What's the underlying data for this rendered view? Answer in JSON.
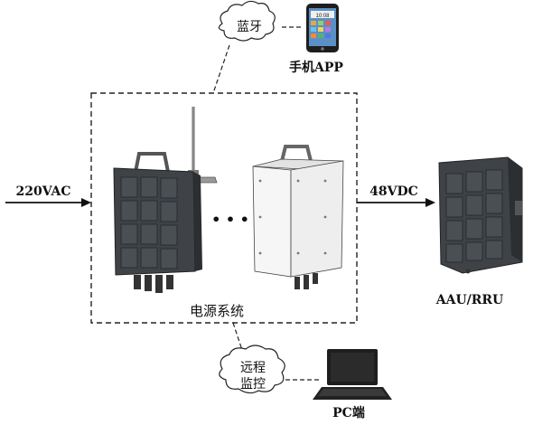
{
  "bluetooth": {
    "label": "蓝牙"
  },
  "phone": {
    "label": "手机APP",
    "screen_time": "10:08"
  },
  "input": {
    "label": "220VAC"
  },
  "output": {
    "label": "48VDC"
  },
  "power_system": {
    "label": "电源系统",
    "ellipsis": "• • •"
  },
  "radio_unit": {
    "label": "AAU/RRU"
  },
  "remote": {
    "line1": "远程",
    "line2": "监控"
  },
  "pc": {
    "label": "PC端"
  },
  "colors": {
    "line": "#222222",
    "cabinet_dark": "#3f4347",
    "panel": "#4a4f54",
    "white_box": "#f2f2f2"
  }
}
